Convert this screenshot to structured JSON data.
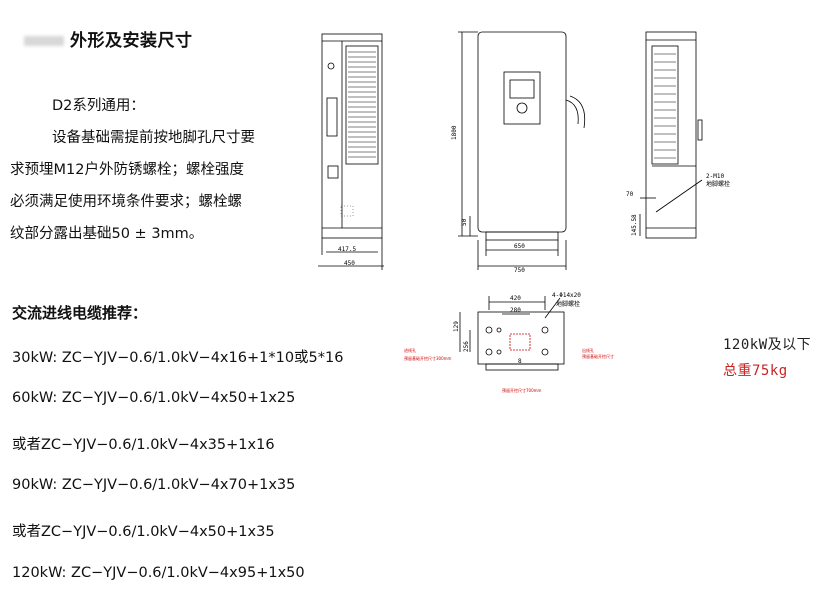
{
  "section": {
    "title": "外形及安装尺寸"
  },
  "paragraphs": {
    "p1": "D2系列通用：",
    "p2": "设备基础需提前按地脚孔尺寸要",
    "p3": "求预埋M12户外防锈螺栓；螺栓强度",
    "p4": "必须满足使用环境条件要求；螺栓螺",
    "p5": "纹部分露出基础50 ± 3mm。"
  },
  "cable_section": {
    "heading": "交流进线电缆推荐：",
    "items": [
      "30kW: ZC−YJV−0.6/1.0kV−4x16+1*10或5*16",
      "60kW: ZC−YJV−0.6/1.0kV−4x50+1x25",
      "或者ZC−YJV−0.6/1.0kV−4x35+1x16",
      "90kW: ZC−YJV−0.6/1.0kV−4x70+1x35",
      "或者ZC−YJV−0.6/1.0kV−4x50+1x35",
      "120kW: ZC−YJV−0.6/1.0kV−4x95+1x50"
    ]
  },
  "notes": {
    "power": "120kW及以下",
    "weight": "总重75kg"
  },
  "drawing": {
    "side_dims": [
      "417.5",
      "450"
    ],
    "front_dims": [
      "1800",
      "50",
      "650",
      "750"
    ],
    "right_dims": [
      "2-M10",
      "地脚螺栓",
      "70",
      "145.58"
    ],
    "base_dims": [
      "4-Φ14x20",
      "地脚螺栓",
      "420",
      "280",
      "129",
      "256",
      "8"
    ],
    "base_notes": [
      "进线孔",
      "预留基础开挖尺寸300mm",
      "出线孔",
      "预留基础开挖尺寸",
      "预留开挖尺寸700mm"
    ]
  },
  "colors": {
    "note_red": "#cc2222",
    "line": "#000000"
  }
}
